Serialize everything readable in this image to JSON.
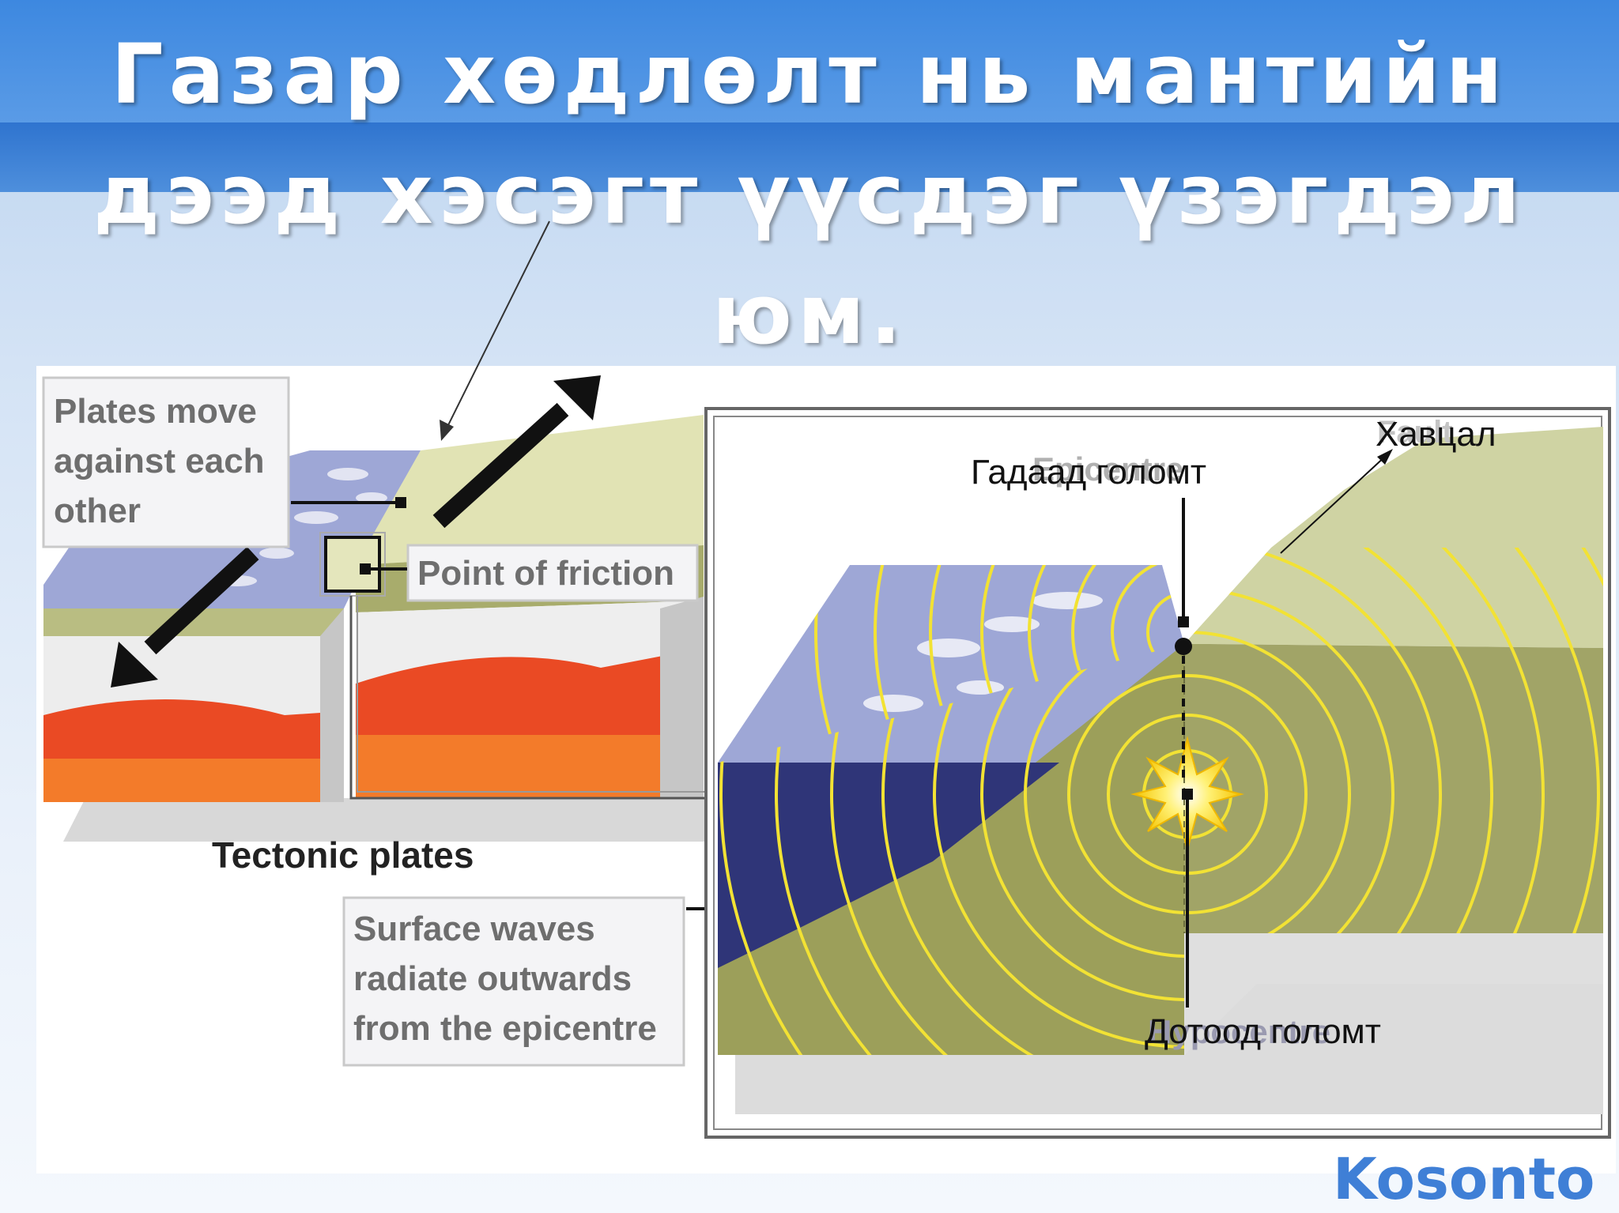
{
  "slide": {
    "title": "Газар хөдлөлт нь мантийн дээд хэсэгт үүсдэг үзэгдэл юм.",
    "logo_text": "Kosonto"
  },
  "diagram": {
    "labels": {
      "plates_move": [
        "Plates move",
        "against each",
        "other"
      ],
      "point_of_friction": "Point of friction",
      "tectonic_plates": "Tectonic plates",
      "surface_waves": [
        "Surface waves",
        "radiate outwards",
        "from the epicentre"
      ],
      "epicentre": "Epicentre",
      "hypocentre": "Hypocentre",
      "fault": "Fault"
    },
    "overlay_labels": {
      "fault": "Хавцал",
      "epicentre": "Гадаад голомт",
      "hypocentre": "Дотоод голомт"
    }
  },
  "colors": {
    "band": "#3d88e0",
    "title_text": "#ffffff",
    "sea": "#9ea7d6",
    "ground": "#9c9f5a",
    "wave": "#f2e234",
    "magma": "#ea4a24"
  }
}
